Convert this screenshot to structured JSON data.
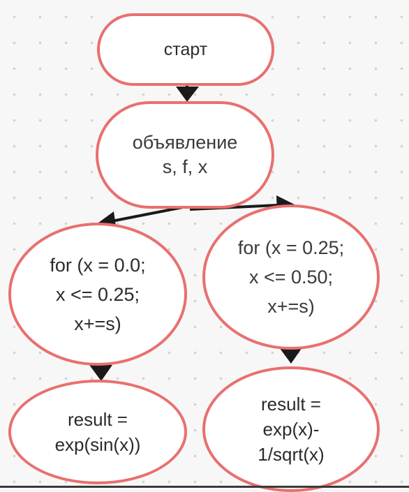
{
  "diagram": {
    "nodes": {
      "start": "старт",
      "declaration": "объявление\ns, f, x",
      "loop_left": "for (x = 0.0;\nx <= 0.25;\nx+=s)",
      "loop_right": "for (x = 0.25;\nx <= 0.50;\nx+=s)",
      "result_left": "result =\nexp(sin(x))",
      "result_right": "result =\nexp(x)-\n1/sqrt(x)"
    },
    "edges": [
      {
        "from": "start",
        "to": "declaration"
      },
      {
        "from": "declaration",
        "to": "loop_left"
      },
      {
        "from": "declaration",
        "to": "loop_right"
      },
      {
        "from": "loop_left",
        "to": "result_left"
      },
      {
        "from": "loop_right",
        "to": "result_right"
      }
    ],
    "colors": {
      "node_border": "#e8706f",
      "node_fill": "#ffffff",
      "arrow": "#1a1a1a",
      "text": "#2b2b2b",
      "background": "#f7f7f7",
      "grid_dot": "#d2d2d2"
    }
  }
}
